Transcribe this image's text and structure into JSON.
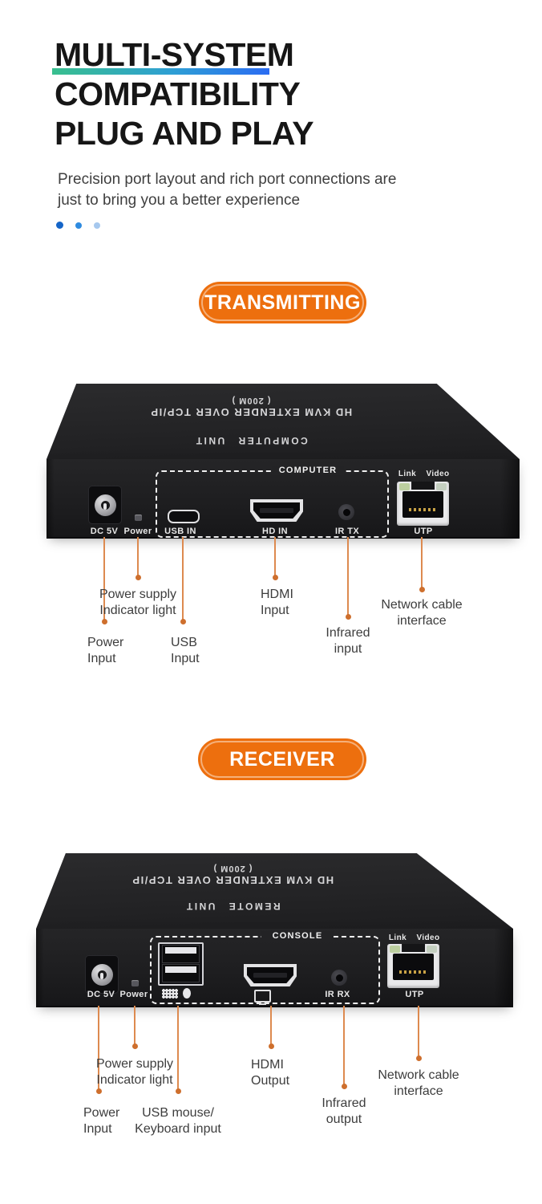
{
  "header": {
    "title_lines": [
      "MULTI-SYSTEM",
      "COMPATIBILITY",
      "PLUG AND PLAY"
    ],
    "subtitle": "Precision port layout and rich port connections are\njust to bring you a better experience",
    "underline_gradient": [
      "#39bf8e",
      "#2e9fd4",
      "#2b6cf2"
    ],
    "dot_colors": [
      "#1565c8",
      "#2e8be0",
      "#a6c8ee"
    ]
  },
  "accent": {
    "badge_orange": "#ed6f0e",
    "callout_line": "#dd8a4f",
    "callout_dot": "#ce6f2d"
  },
  "transmitter": {
    "badge_label": "TRANSMITTING",
    "top": {
      "title": "HD KVM EXTENDER OVER TCP/IP",
      "range": "( 200M )",
      "unit": "COMPUTER UNIT"
    },
    "panel": {
      "group_label": "COMPUTER",
      "dc_label": "DC 5V",
      "power_label": "Power",
      "usb_label": "USB IN",
      "hdmi_label": "HD IN",
      "ir_label": "IR TX",
      "link_label": "Link",
      "video_label": "Video",
      "utp_label": "UTP"
    },
    "callouts": {
      "power_led": "Power supply\nIndicator light",
      "power_input": "Power\nInput",
      "usb": "USB\nInput",
      "hdmi": "HDMI\nInput",
      "infrared": "Infrared\ninput",
      "network": "Network cable\ninterface"
    }
  },
  "receiver": {
    "badge_label": "RECEIVER",
    "top": {
      "title": "HD KVM EXTENDER OVER TCP/IP",
      "range": "( 200M )",
      "unit": "REMOTE UNIT"
    },
    "panel": {
      "group_label": "CONSOLE",
      "dc_label": "DC 5V",
      "power_label": "Power",
      "ir_label": "IR RX",
      "link_label": "Link",
      "video_label": "Video",
      "utp_label": "UTP"
    },
    "callouts": {
      "power_led": "Power supply\nIndicator light",
      "power_input": "Power\nInput",
      "usb": "USB mouse/\nKeyboard input",
      "hdmi": "HDMI\nOutput",
      "infrared": "Infrared\noutput",
      "network": "Network cable\ninterface"
    }
  }
}
